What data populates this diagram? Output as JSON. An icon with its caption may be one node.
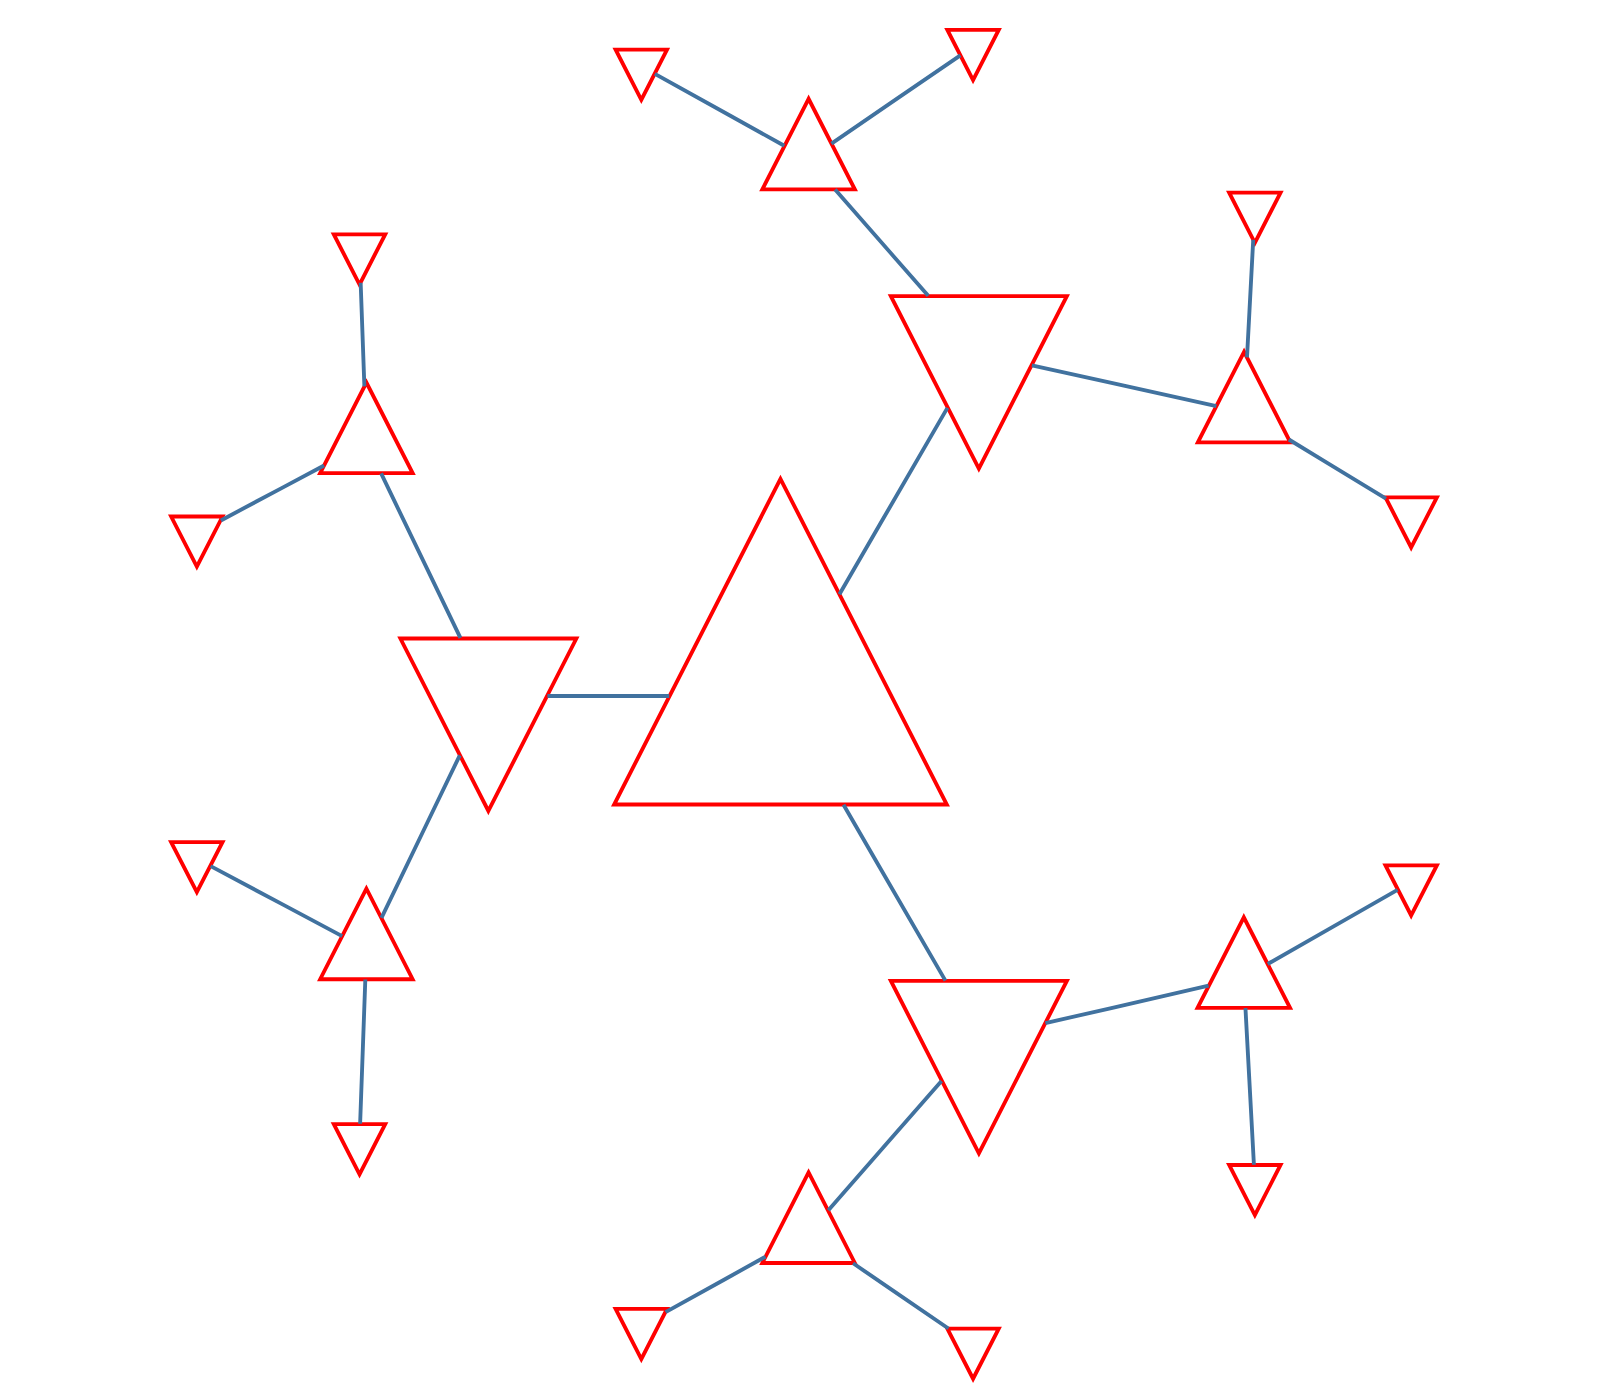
{
  "diagram": {
    "nodes": [
      {
        "text": [],
        "shape": "triangle"
      },
      {
        "text": [],
        "shape": "triangle"
      },
      {
        "text": [],
        "shape": "triangle"
      },
      {
        "text": [],
        "shape": "triangle"
      },
      {
        "text": [],
        "shape": "triangle"
      },
      {
        "text": [],
        "shape": "triangle"
      },
      {
        "text": [],
        "shape": "triangle"
      },
      {
        "text": [],
        "shape": "triangle"
      },
      {
        "text": [],
        "shape": "triangle"
      },
      {
        "text": [],
        "shape": "triangle"
      },
      {
        "text": [],
        "shape": "triangle"
      },
      {
        "text": [],
        "shape": "triangle"
      },
      {
        "text": [],
        "shape": "triangle"
      },
      {
        "text": [],
        "shape": "triangle"
      },
      {
        "text": [],
        "shape": "triangle"
      },
      {
        "text": [],
        "shape": "triangle"
      },
      {
        "text": [],
        "shape": "triangle"
      },
      {
        "text": [],
        "shape": "triangle"
      },
      {
        "text": [],
        "shape": "triangle"
      },
      {
        "text": [],
        "shape": "triangle"
      },
      {
        "text": [],
        "shape": "triangle"
      },
      {
        "text": [],
        "shape": "triangle"
      }
    ],
    "edges": [
      {
        "from": 0,
        "to": 1,
        "arrow": "none"
      },
      {
        "from": 1,
        "to": 2,
        "arrow": "none"
      },
      {
        "from": 1,
        "to": 3,
        "arrow": "none"
      },
      {
        "from": 2,
        "to": 4,
        "arrow": "none"
      },
      {
        "from": 2,
        "to": 5,
        "arrow": "none"
      },
      {
        "from": 3,
        "to": 6,
        "arrow": "none"
      },
      {
        "from": 3,
        "to": 7,
        "arrow": "none"
      },
      {
        "from": 0,
        "to": 8,
        "arrow": "none"
      },
      {
        "from": 8,
        "to": 9,
        "arrow": "none"
      },
      {
        "from": 8,
        "to": 10,
        "arrow": "none"
      },
      {
        "from": 9,
        "to": 11,
        "arrow": "none"
      },
      {
        "from": 9,
        "to": 12,
        "arrow": "none"
      },
      {
        "from": 10,
        "to": 13,
        "arrow": "none"
      },
      {
        "from": 10,
        "to": 14,
        "arrow": "none"
      },
      {
        "from": 0,
        "to": 15,
        "arrow": "none"
      },
      {
        "from": 15,
        "to": 16,
        "arrow": "none"
      },
      {
        "from": 15,
        "to": 17,
        "arrow": "none"
      },
      {
        "from": 16,
        "to": 18,
        "arrow": "none"
      },
      {
        "from": 16,
        "to": 19,
        "arrow": "none"
      },
      {
        "from": 17,
        "to": 20,
        "arrow": "none"
      },
      {
        "from": 17,
        "to": 21,
        "arrow": "none"
      }
    ]
  }
}
